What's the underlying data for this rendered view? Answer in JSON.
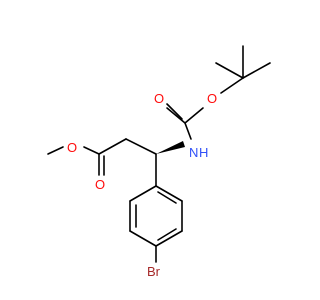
{
  "molecule": {
    "atoms": {
      "ester_oxygen": "O",
      "carbonyl_oxygen_ester": "O",
      "nitrogen": "N",
      "hydrogen_on_nitrogen": "H",
      "boc_carbonyl_oxygen": "O",
      "boc_ether_oxygen": "O",
      "bromine": "Br"
    },
    "colors": {
      "bond": "#000000",
      "oxygen": "#FF0D0D",
      "nitrogen": "#3050F8",
      "bromine": "#A62929"
    }
  }
}
